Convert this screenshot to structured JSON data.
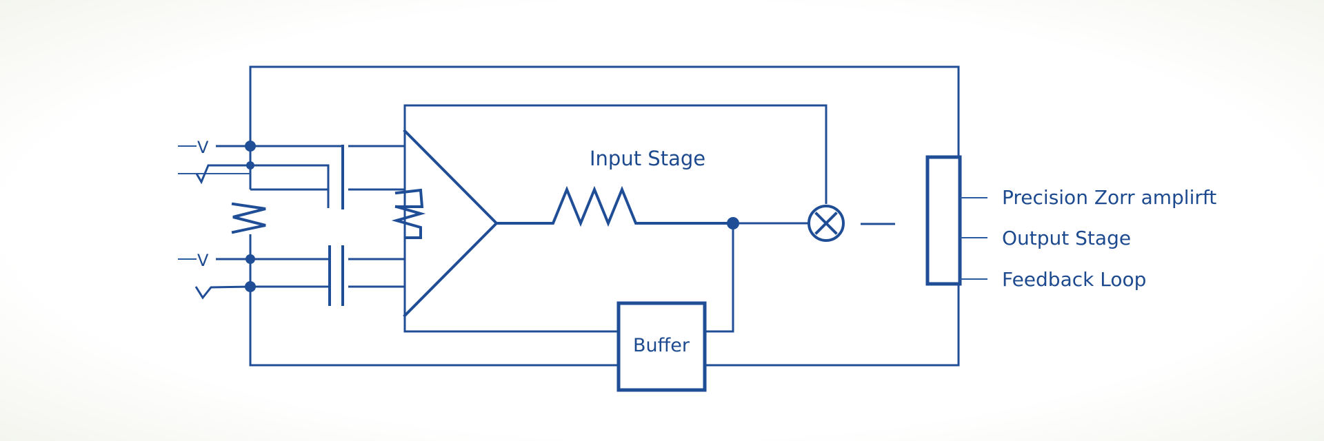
{
  "diagram": {
    "title": "Precision amplifier block diagram",
    "labels": {
      "input_stage": "Input Stage",
      "buffer": "Buffer",
      "v_top": "V",
      "v_bottom": "V"
    },
    "legend": [
      {
        "label": "Precision Zorr amplirft"
      },
      {
        "label": "Output Stage"
      },
      {
        "label": "Feedback Loop"
      }
    ],
    "colors": {
      "stroke": "#1f4e96",
      "background": "#ffffff"
    }
  }
}
